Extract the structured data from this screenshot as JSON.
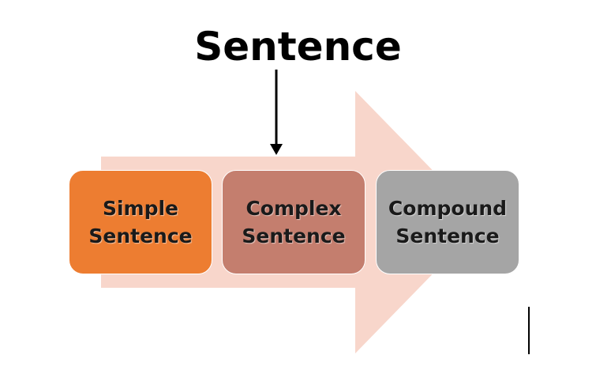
{
  "title": "Sentence",
  "boxes": [
    {
      "line1": "Simple",
      "line2": "Sentence",
      "color": "#ed7d31"
    },
    {
      "line1": "Complex",
      "line2": "Sentence",
      "color": "#c47e6e"
    },
    {
      "line1": "Compound",
      "line2": "Sentence",
      "color": "#a5a5a5"
    }
  ],
  "colors": {
    "background_arrow": "#f8d6cb",
    "pointer_arrow": "#000000"
  }
}
